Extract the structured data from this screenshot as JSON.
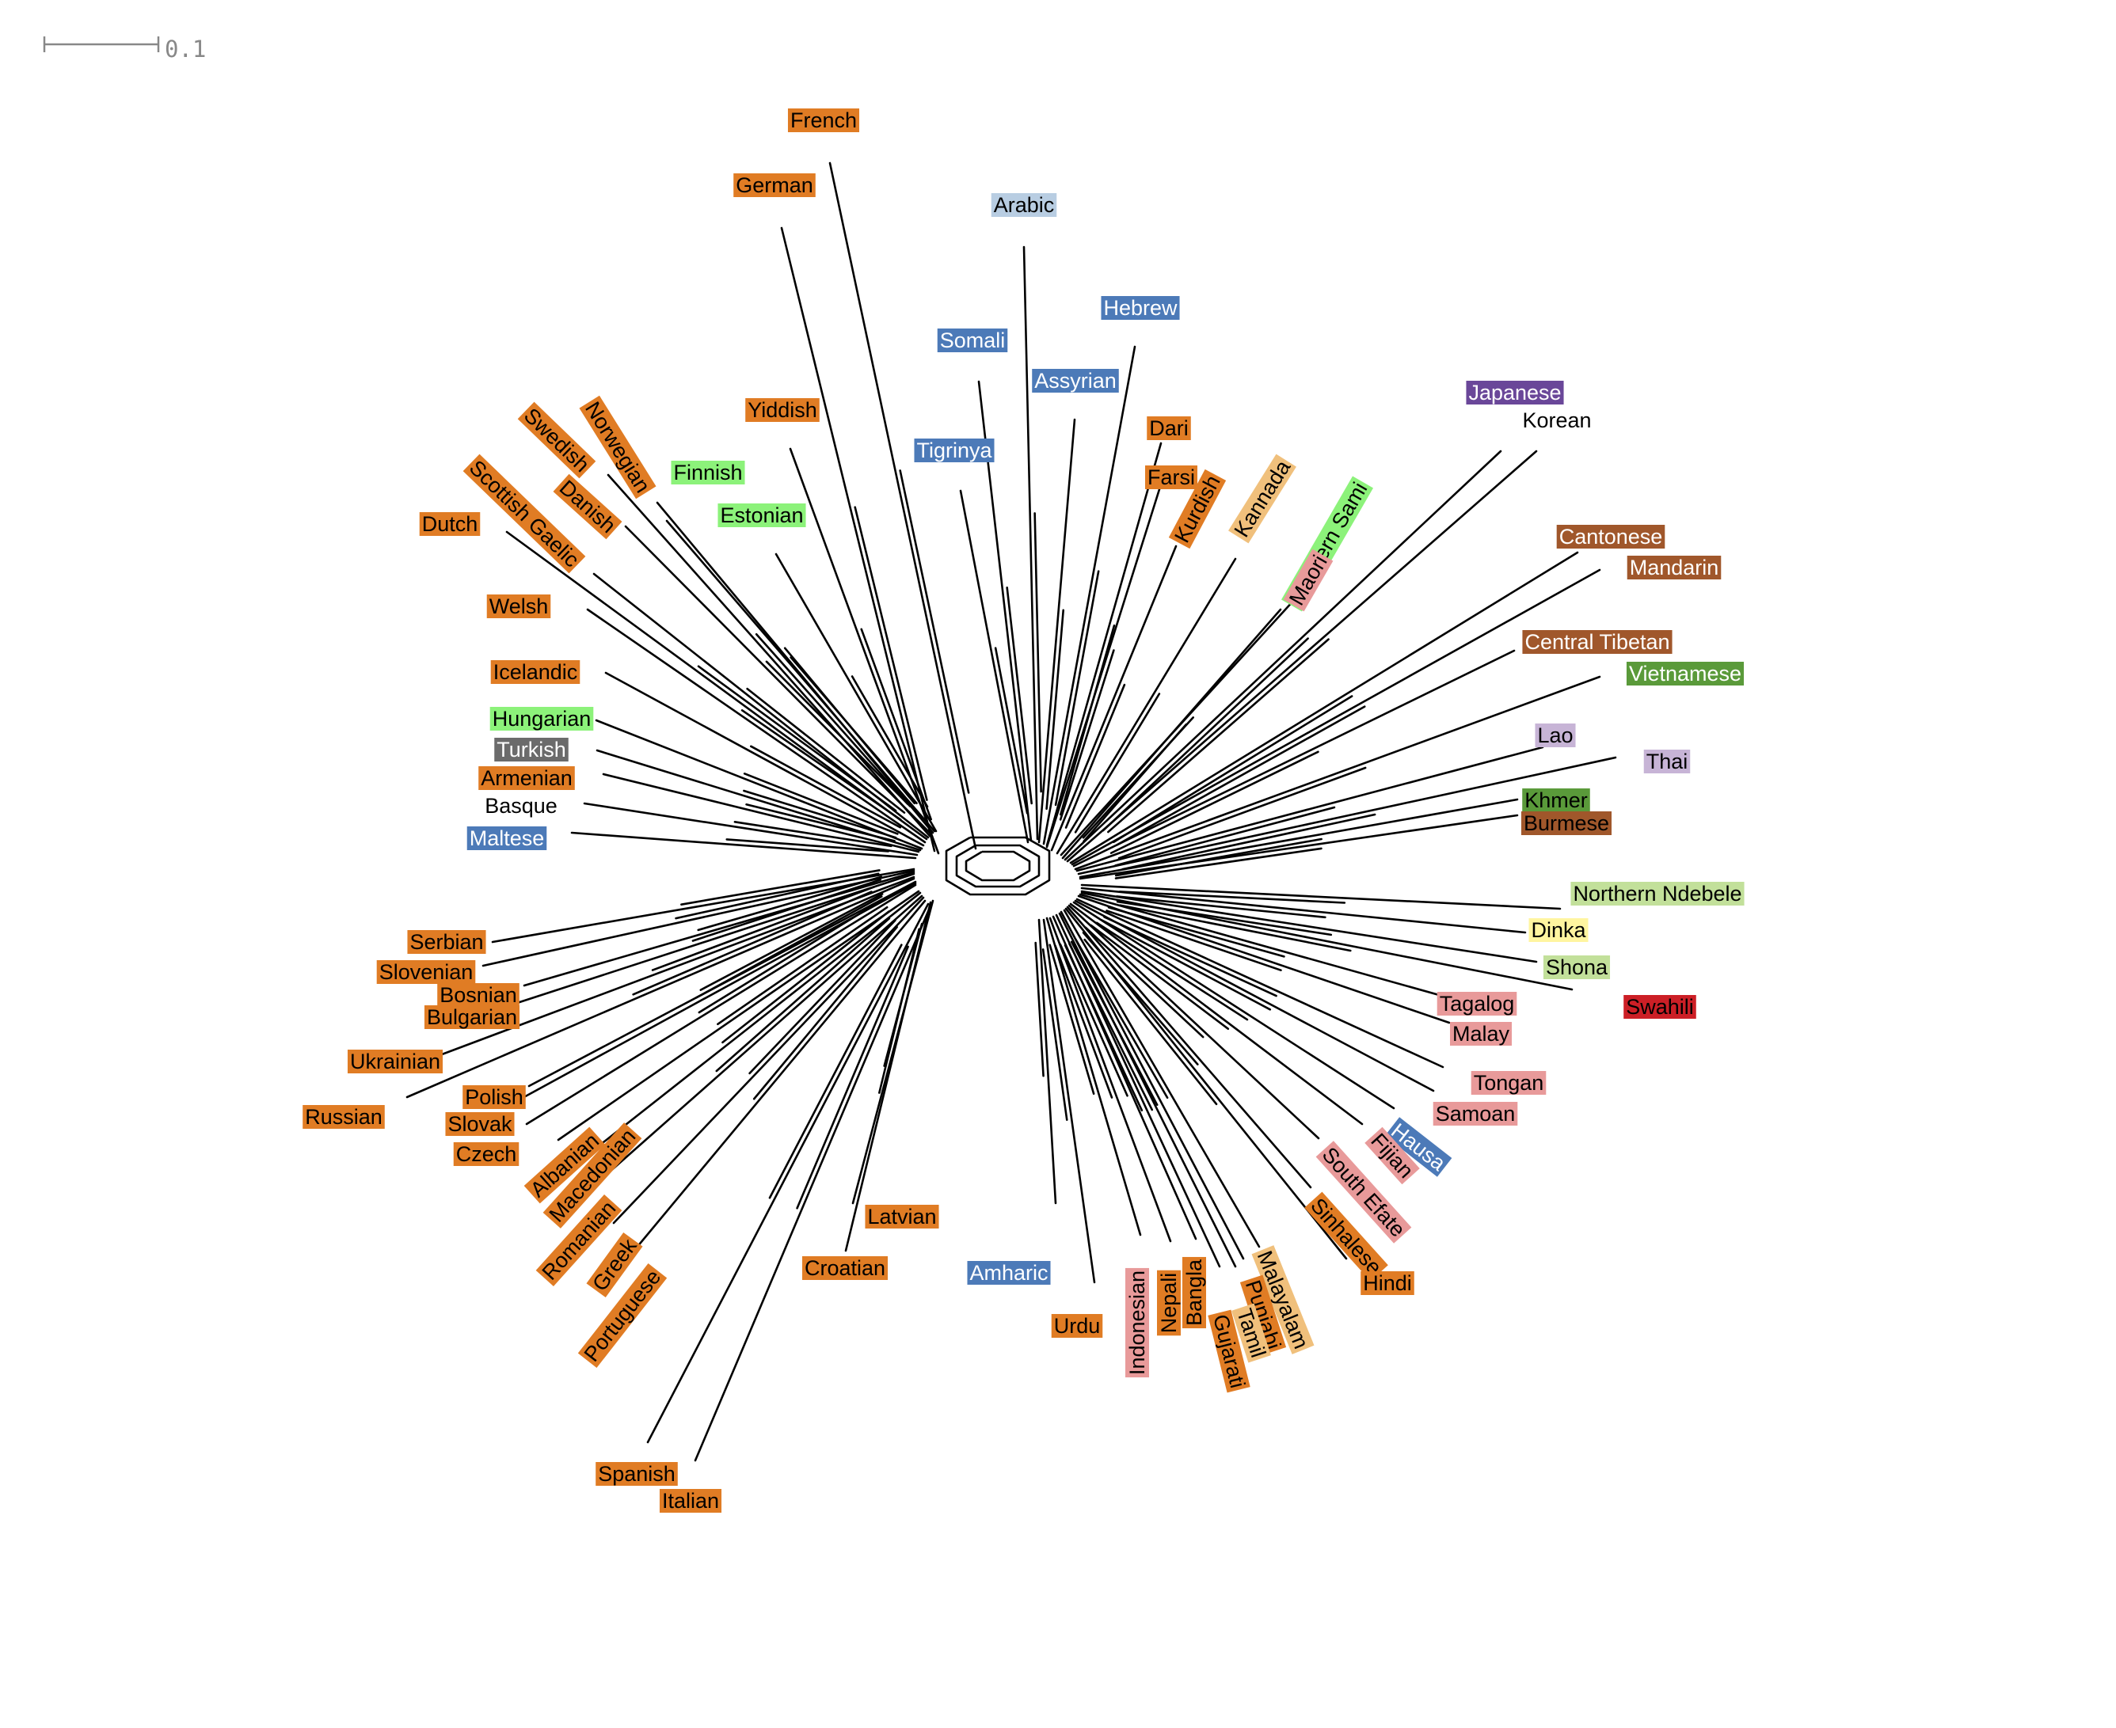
{
  "scale_bar": {
    "label": "0.1"
  },
  "colors": {
    "indo_european": "#e07c24",
    "uralic": "#8cf27a",
    "afroasiatic_light": "#b8cde2",
    "afroasiatic": "#4c7ab8",
    "japonic": "#6a4799",
    "sino_tibetan": "#a0572b",
    "dravidian": "#f0c07c",
    "austronesian": "#e89a9a",
    "austroasiatic": "#5a9a3a",
    "tai_kadai": "#c7b4d6",
    "bantu": "#c2e09a",
    "nilotic": "#fff5a0",
    "swahili": "#cc1f26",
    "turkic": "#6b6b6b",
    "isolate": "#ffffff"
  },
  "languages": [
    {
      "name": "French",
      "color": "#e07c24",
      "text": "#000000"
    },
    {
      "name": "German",
      "color": "#e07c24",
      "text": "#000000"
    },
    {
      "name": "Arabic",
      "color": "#b8cde2",
      "text": "#000000"
    },
    {
      "name": "Hebrew",
      "color": "#4c7ab8",
      "text": "#ffffff"
    },
    {
      "name": "Somali",
      "color": "#4c7ab8",
      "text": "#ffffff"
    },
    {
      "name": "Assyrian",
      "color": "#4c7ab8",
      "text": "#ffffff"
    },
    {
      "name": "Yiddish",
      "color": "#e07c24",
      "text": "#000000"
    },
    {
      "name": "Dari",
      "color": "#e07c24",
      "text": "#000000"
    },
    {
      "name": "Tigrinya",
      "color": "#4c7ab8",
      "text": "#ffffff"
    },
    {
      "name": "Farsi",
      "color": "#e07c24",
      "text": "#000000"
    },
    {
      "name": "Kurdish",
      "color": "#e07c24",
      "text": "#000000"
    },
    {
      "name": "Kannada",
      "color": "#f0c07c",
      "text": "#000000"
    },
    {
      "name": "Northern Sami",
      "color": "#8cf27a",
      "text": "#000000"
    },
    {
      "name": "Maori",
      "color": "#e89a9a",
      "text": "#000000"
    },
    {
      "name": "Japanese",
      "color": "#6a4799",
      "text": "#ffffff"
    },
    {
      "name": "Korean",
      "color": "#ffffff",
      "text": "#000000"
    },
    {
      "name": "Cantonese",
      "color": "#a0572b",
      "text": "#ffffff"
    },
    {
      "name": "Mandarin",
      "color": "#a0572b",
      "text": "#ffffff"
    },
    {
      "name": "Central Tibetan",
      "color": "#a0572b",
      "text": "#ffffff"
    },
    {
      "name": "Vietnamese",
      "color": "#5a9a3a",
      "text": "#ffffff"
    },
    {
      "name": "Lao",
      "color": "#c7b4d6",
      "text": "#000000"
    },
    {
      "name": "Thai",
      "color": "#c7b4d6",
      "text": "#000000"
    },
    {
      "name": "Khmer",
      "color": "#5a9a3a",
      "text": "#000000"
    },
    {
      "name": "Burmese",
      "color": "#a0572b",
      "text": "#000000"
    },
    {
      "name": "Northern Ndebele",
      "color": "#c2e09a",
      "text": "#000000"
    },
    {
      "name": "Dinka",
      "color": "#fff5a0",
      "text": "#000000"
    },
    {
      "name": "Shona",
      "color": "#c2e09a",
      "text": "#000000"
    },
    {
      "name": "Tagalog",
      "color": "#e89a9a",
      "text": "#000000"
    },
    {
      "name": "Swahili",
      "color": "#cc1f26",
      "text": "#000000"
    },
    {
      "name": "Malay",
      "color": "#e89a9a",
      "text": "#000000"
    },
    {
      "name": "Tongan",
      "color": "#e89a9a",
      "text": "#000000"
    },
    {
      "name": "Samoan",
      "color": "#e89a9a",
      "text": "#000000"
    },
    {
      "name": "Hausa",
      "color": "#4c7ab8",
      "text": "#ffffff"
    },
    {
      "name": "Fijian",
      "color": "#e89a9a",
      "text": "#000000"
    },
    {
      "name": "South Efate",
      "color": "#e89a9a",
      "text": "#000000"
    },
    {
      "name": "Sinhalese",
      "color": "#e07c24",
      "text": "#000000"
    },
    {
      "name": "Hindi",
      "color": "#e07c24",
      "text": "#000000"
    },
    {
      "name": "Malayalam",
      "color": "#f0c07c",
      "text": "#000000"
    },
    {
      "name": "Punjabi",
      "color": "#e07c24",
      "text": "#000000"
    },
    {
      "name": "Tamil",
      "color": "#f0c07c",
      "text": "#000000"
    },
    {
      "name": "Gujarati",
      "color": "#e07c24",
      "text": "#000000"
    },
    {
      "name": "Bangla",
      "color": "#e07c24",
      "text": "#000000"
    },
    {
      "name": "Nepali",
      "color": "#e07c24",
      "text": "#000000"
    },
    {
      "name": "Indonesian",
      "color": "#e89a9a",
      "text": "#000000"
    },
    {
      "name": "Urdu",
      "color": "#e07c24",
      "text": "#000000"
    },
    {
      "name": "Amharic",
      "color": "#4c7ab8",
      "text": "#ffffff"
    },
    {
      "name": "Latvian",
      "color": "#e07c24",
      "text": "#000000"
    },
    {
      "name": "Croatian",
      "color": "#e07c24",
      "text": "#000000"
    },
    {
      "name": "Spanish",
      "color": "#e07c24",
      "text": "#000000"
    },
    {
      "name": "Italian",
      "color": "#e07c24",
      "text": "#000000"
    },
    {
      "name": "Portuguese",
      "color": "#e07c24",
      "text": "#000000"
    },
    {
      "name": "Greek",
      "color": "#e07c24",
      "text": "#000000"
    },
    {
      "name": "Romanian",
      "color": "#e07c24",
      "text": "#000000"
    },
    {
      "name": "Macedonian",
      "color": "#e07c24",
      "text": "#000000"
    },
    {
      "name": "Albanian",
      "color": "#e07c24",
      "text": "#000000"
    },
    {
      "name": "Czech",
      "color": "#e07c24",
      "text": "#000000"
    },
    {
      "name": "Slovak",
      "color": "#e07c24",
      "text": "#000000"
    },
    {
      "name": "Polish",
      "color": "#e07c24",
      "text": "#000000"
    },
    {
      "name": "Russian",
      "color": "#e07c24",
      "text": "#000000"
    },
    {
      "name": "Ukrainian",
      "color": "#e07c24",
      "text": "#000000"
    },
    {
      "name": "Bulgarian",
      "color": "#e07c24",
      "text": "#000000"
    },
    {
      "name": "Bosnian",
      "color": "#e07c24",
      "text": "#000000"
    },
    {
      "name": "Slovenian",
      "color": "#e07c24",
      "text": "#000000"
    },
    {
      "name": "Serbian",
      "color": "#e07c24",
      "text": "#000000"
    },
    {
      "name": "Maltese",
      "color": "#4c7ab8",
      "text": "#ffffff"
    },
    {
      "name": "Basque",
      "color": "#ffffff",
      "text": "#000000"
    },
    {
      "name": "Armenian",
      "color": "#e07c24",
      "text": "#000000"
    },
    {
      "name": "Turkish",
      "color": "#6b6b6b",
      "text": "#ffffff"
    },
    {
      "name": "Hungarian",
      "color": "#8cf27a",
      "text": "#000000"
    },
    {
      "name": "Icelandic",
      "color": "#e07c24",
      "text": "#000000"
    },
    {
      "name": "Welsh",
      "color": "#e07c24",
      "text": "#000000"
    },
    {
      "name": "Dutch",
      "color": "#e07c24",
      "text": "#000000"
    },
    {
      "name": "Scottish Gaelic",
      "color": "#e07c24",
      "text": "#000000"
    },
    {
      "name": "Swedish",
      "color": "#e07c24",
      "text": "#000000"
    },
    {
      "name": "Danish",
      "color": "#e07c24",
      "text": "#000000"
    },
    {
      "name": "Norwegian",
      "color": "#e07c24",
      "text": "#000000"
    },
    {
      "name": "Finnish",
      "color": "#8cf27a",
      "text": "#000000"
    },
    {
      "name": "Estonian",
      "color": "#8cf27a",
      "text": "#000000"
    }
  ]
}
